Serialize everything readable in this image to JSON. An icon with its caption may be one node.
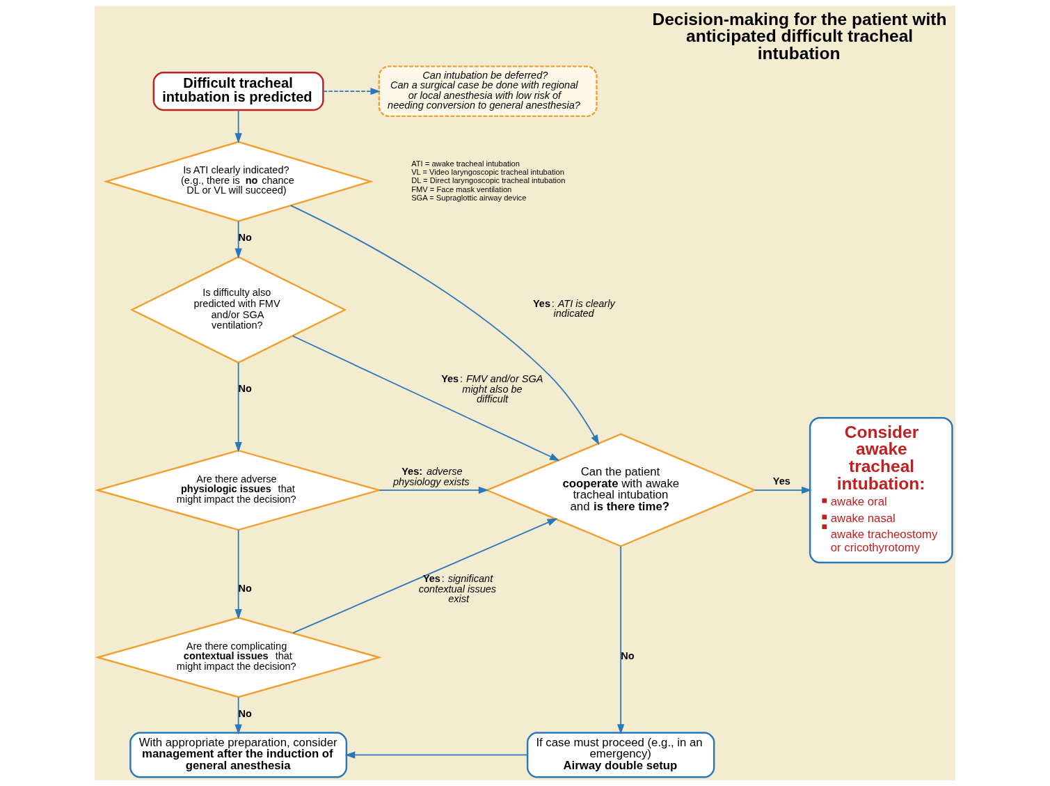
{
  "diagram": {
    "title": "Decision-making for the patient with anticipated difficult tracheal intubation",
    "nodes": [
      {
        "text": [
          "Difficult tracheal intubation is predicted"
        ]
      },
      {
        "text": [
          "Can intubation be deferred?",
          "Can a surgical case be done with regional or local anesthesia with low risk of needing conversion to general anesthesia?"
        ]
      },
      {
        "text": [
          "Is ATI clearly indicated? (e.g., there is **no** chance DL or VL will succeed)"
        ]
      },
      {
        "text": [
          "Is difficulty also predicted with FMV and/or SGA ventilation?"
        ]
      },
      {
        "text": [
          "Are there adverse **physiologic issues** that might impact the decision?"
        ]
      },
      {
        "text": [
          "Are there complicating **contextual issues** that might impact the decision?"
        ]
      },
      {
        "text": [
          "With appropriate preparation, consider **management after the induction of general anesthesia**"
        ]
      },
      {
        "text": [
          "Can the patient **cooperate** with awake tracheal intubation and **is there time?**"
        ]
      },
      {
        "text": [
          "Consider awake tracheal intubation:",
          "awake oral",
          "awake nasal",
          "awake tracheostomy or cricothyrotomy"
        ]
      },
      {
        "text": [
          "If case must proceed (e.g., in an emergency)",
          "Airway double setup"
        ]
      }
    ],
    "edges": [
      {
        "from": 0,
        "to": 1,
        "arrow": "to",
        "style": "dashed"
      },
      {
        "from": 0,
        "to": 2,
        "arrow": "to"
      },
      {
        "from": 2,
        "to": 3,
        "arrow": "to",
        "label": "No"
      },
      {
        "from": 3,
        "to": 4,
        "arrow": "to",
        "label": "No"
      },
      {
        "from": 4,
        "to": 5,
        "arrow": "to",
        "label": "No"
      },
      {
        "from": 5,
        "to": 6,
        "arrow": "to",
        "label": "No"
      },
      {
        "from": 2,
        "to": 7,
        "arrow": "to",
        "label": "**Yes**: *ATI is clearly indicated*"
      },
      {
        "from": 3,
        "to": 7,
        "arrow": "to",
        "label": "**Yes**: *FMV and/or SGA might also be difficult*"
      },
      {
        "from": 4,
        "to": 7,
        "arrow": "to",
        "label": "**Yes:** *adverse physiology exists*"
      },
      {
        "from": 5,
        "to": 7,
        "arrow": "to",
        "label": "**Yes**: *significant contextual issues exist*"
      },
      {
        "from": 7,
        "to": 8,
        "arrow": "to",
        "label": "Yes"
      },
      {
        "from": 7,
        "to": 9,
        "arrow": "to",
        "label": "No"
      },
      {
        "from": 9,
        "to": 6,
        "arrow": "to"
      }
    ],
    "labels": [
      "ATI = awake tracheal intubation",
      "VL = Video laryngoscopic tracheal intubation",
      "DL = Direct laryngoscopic tracheal intubation",
      "FMV = Face mask ventilation",
      "SGA = Supraglottic airway device"
    ]
  }
}
